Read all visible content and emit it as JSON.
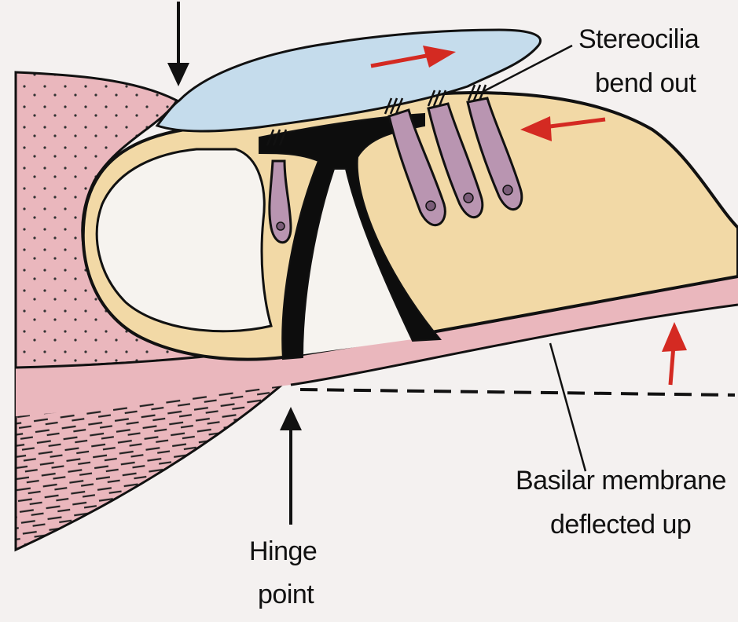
{
  "labels": {
    "stereocilia_line1": "Stereocilia",
    "stereocilia_line2": "bend out",
    "basilar_line1": "Basilar membrane",
    "basilar_line2": "deflected up",
    "hinge_line1": "Hinge",
    "hinge_line2": "point"
  },
  "colors": {
    "background": "#f4f1f0",
    "pink_tissue": "#eab7bd",
    "tectorial_membrane": "#c5dcec",
    "organ_of_corti": "#f2d9a6",
    "hair_cell": "#b995b1",
    "pillar_cells": "#0d0d0d",
    "motion_arrow": "#d42a22",
    "outline": "#111111"
  },
  "icons": [
    "down-arrow-icon",
    "up-arrow-icon",
    "red-motion-arrow-icon"
  ]
}
